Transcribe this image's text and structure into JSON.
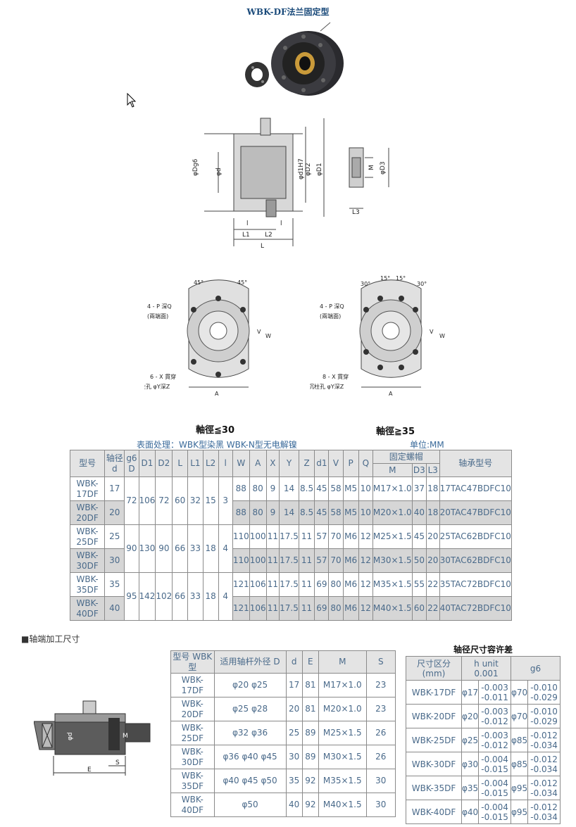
{
  "title": "WBK-DF法兰固定型",
  "drawing_labels": {
    "dg6": "φDg6",
    "d": "φd",
    "d1h7": "φd1H7",
    "d2": "φD2",
    "d1": "φD1",
    "m": "M",
    "d3": "φD3",
    "l3": "L3",
    "l_small": "l",
    "l1": "L1",
    "l2": "L2",
    "L": "L",
    "angle45": "45°",
    "angle30": "30°",
    "angle15": "15°",
    "p_hole": "4 - P 深Q",
    "both_sides": "(兩端面)",
    "x6": "6 - X 貫穿",
    "x8": "8 - X 貫穿",
    "counterbore": "沉柱孔 φY深Z",
    "A": "A",
    "V": "V",
    "W": "W",
    "e": "E",
    "s": "S"
  },
  "caption_left": "軸徑≦30",
  "caption_right": "軸徑≧35",
  "surface": "表面处理：WBK型染黑  WBK-N型无电解镍",
  "unit": "单位:MM",
  "spec": {
    "headers": [
      "型号",
      "轴径d",
      "g6 D",
      "D1",
      "D2",
      "L",
      "L1",
      "L2",
      "l",
      "W",
      "A",
      "X",
      "Y",
      "Z",
      "d1",
      "V",
      "P",
      "Q",
      "固定螺帽",
      "轴承型号"
    ],
    "nut_sub": [
      "M",
      "D3",
      "L3"
    ],
    "rows": [
      {
        "model": "WBK-17DF",
        "d": "17",
        "D": "72",
        "D1": "106",
        "D2": "72",
        "L": "60",
        "L1": "32",
        "L2": "15",
        "l": "3",
        "W": "88",
        "A": "80",
        "X": "9",
        "Y": "14",
        "Z": "8.5",
        "d1": "45",
        "V": "58",
        "P": "M5",
        "Q": "10",
        "M": "M17×1.0",
        "D3": "37",
        "L3": "18",
        "bearing": "17TAC47BDFC10"
      },
      {
        "model": "WBK-20DF",
        "d": "20",
        "W": "88",
        "A": "80",
        "X": "9",
        "Y": "14",
        "Z": "8.5",
        "d1": "45",
        "V": "58",
        "P": "M5",
        "Q": "10",
        "M": "M20×1.0",
        "D3": "40",
        "L3": "18",
        "bearing": "20TAC47BDFC10"
      },
      {
        "model": "WBK-25DF",
        "d": "25",
        "D": "90",
        "D1": "130",
        "D2": "90",
        "L": "66",
        "L1": "33",
        "L2": "18",
        "l": "4",
        "W": "110",
        "A": "100",
        "X": "11",
        "Y": "17.5",
        "Z": "11",
        "d1": "57",
        "V": "70",
        "P": "M6",
        "Q": "12",
        "M": "M25×1.5",
        "D3": "45",
        "L3": "20",
        "bearing": "25TAC62BDFC10"
      },
      {
        "model": "WBK-30DF",
        "d": "30",
        "W": "110",
        "A": "100",
        "X": "11",
        "Y": "17.5",
        "Z": "11",
        "d1": "57",
        "V": "70",
        "P": "M6",
        "Q": "12",
        "M": "M30×1.5",
        "D3": "50",
        "L3": "20",
        "bearing": "30TAC62BDFC10"
      },
      {
        "model": "WBK-35DF",
        "d": "35",
        "D": "95",
        "D1": "142",
        "D2": "102",
        "L": "66",
        "L1": "33",
        "L2": "18",
        "l": "4",
        "W": "121",
        "A": "106",
        "X": "11",
        "Y": "17.5",
        "Z": "11",
        "d1": "69",
        "V": "80",
        "P": "M6",
        "Q": "12",
        "M": "M35×1.5",
        "D3": "55",
        "L3": "22",
        "bearing": "35TAC72BDFC10"
      },
      {
        "model": "WBK-40DF",
        "d": "40",
        "W": "121",
        "A": "106",
        "X": "11",
        "Y": "17.5",
        "Z": "11",
        "d1": "69",
        "V": "80",
        "P": "M6",
        "Q": "12",
        "M": "M40×1.5",
        "D3": "60",
        "L3": "22",
        "bearing": "40TAC72BDFC10"
      }
    ]
  },
  "shaft_section": "■轴端加工尺寸",
  "shaft_table": {
    "headers": [
      "型号 WBK型",
      "适用轴杆外径 D",
      "d",
      "E",
      "M",
      "S"
    ],
    "rows": [
      [
        "WBK-17DF",
        "φ20 φ25",
        "17",
        "81",
        "M17×1.0",
        "23"
      ],
      [
        "WBK-20DF",
        "φ25 φ28",
        "20",
        "81",
        "M20×1.0",
        "23"
      ],
      [
        "WBK-25DF",
        "φ32 φ36",
        "25",
        "89",
        "M25×1.5",
        "26"
      ],
      [
        "WBK-30DF",
        "φ36 φ40 φ45",
        "30",
        "89",
        "M30×1.5",
        "26"
      ],
      [
        "WBK-35DF",
        "φ40 φ45 φ50",
        "35",
        "92",
        "M35×1.5",
        "30"
      ],
      [
        "WBK-40DF",
        "φ50",
        "40",
        "92",
        "M40×1.5",
        "30"
      ]
    ]
  },
  "tol_title": "轴径尺寸容许差",
  "tol_table": {
    "headers": [
      "尺寸区分 (mm)",
      "h unit 0.001",
      "g6"
    ],
    "rows": [
      [
        "WBK-17DF",
        "φ17",
        "-0.003 -0.011",
        "φ70",
        "-0.010 -0.029"
      ],
      [
        "WBK-20DF",
        "φ20",
        "-0.003 -0.012",
        "φ70",
        "-0.010 -0.029"
      ],
      [
        "WBK-25DF",
        "φ25",
        "-0.003 -0.012",
        "φ85",
        "-0.012 -0.034"
      ],
      [
        "WBK-30DF",
        "φ30",
        "-0.004 -0.015",
        "φ85",
        "-0.012 -0.034"
      ],
      [
        "WBK-35DF",
        "φ35",
        "-0.004 -0.015",
        "φ95",
        "-0.012 -0.034"
      ],
      [
        "WBK-40DF",
        "φ40",
        "-0.004 -0.015",
        "φ95",
        "-0.012 -0.034"
      ]
    ]
  }
}
